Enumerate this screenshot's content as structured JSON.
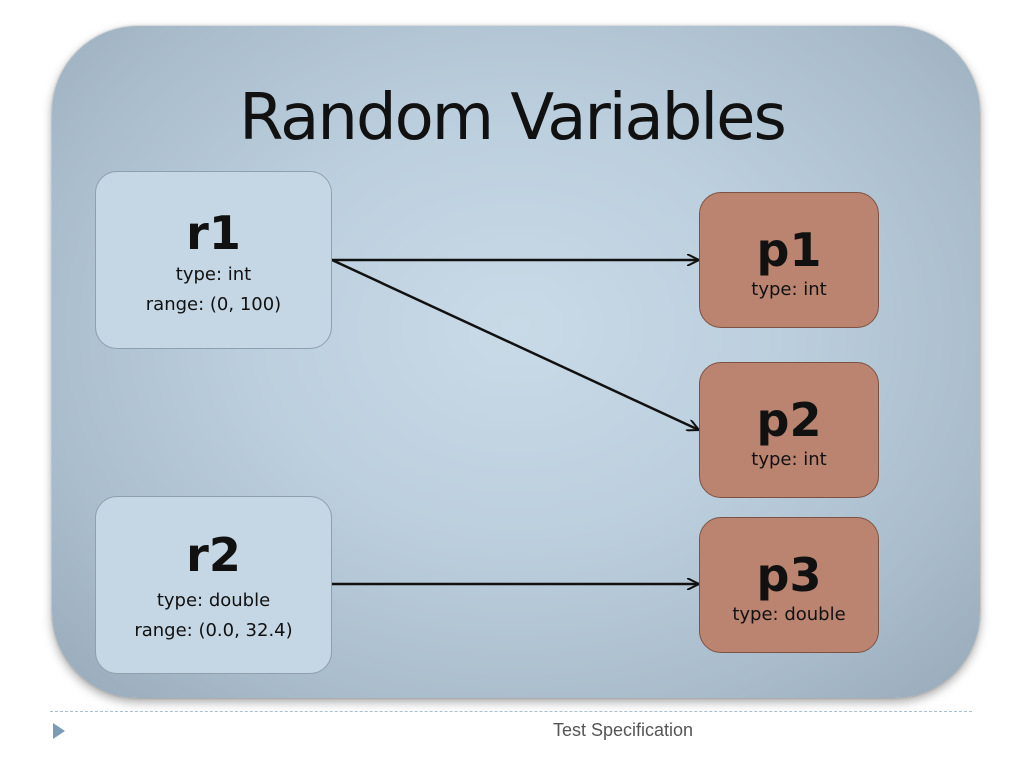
{
  "slide": {
    "title": "Random Variables",
    "footer": "Test Specification"
  },
  "random_variables": [
    {
      "name": "r1",
      "type_label": "type: int",
      "range_label": "range: (0, 100)"
    },
    {
      "name": "r2",
      "type_label": "type: double",
      "range_label": "range: (0.0, 32.4)"
    }
  ],
  "parameters": [
    {
      "name": "p1",
      "type_label": "type: int"
    },
    {
      "name": "p2",
      "type_label": "type: int"
    },
    {
      "name": "p3",
      "type_label": "type: double"
    }
  ],
  "edges": [
    {
      "from": "r1",
      "to": "p1"
    },
    {
      "from": "r1",
      "to": "p2"
    },
    {
      "from": "r2",
      "to": "p3"
    }
  ],
  "colors": {
    "random_box": "#c5d6e4",
    "parameter_box": "#bb8470",
    "arrow": "#111111"
  }
}
